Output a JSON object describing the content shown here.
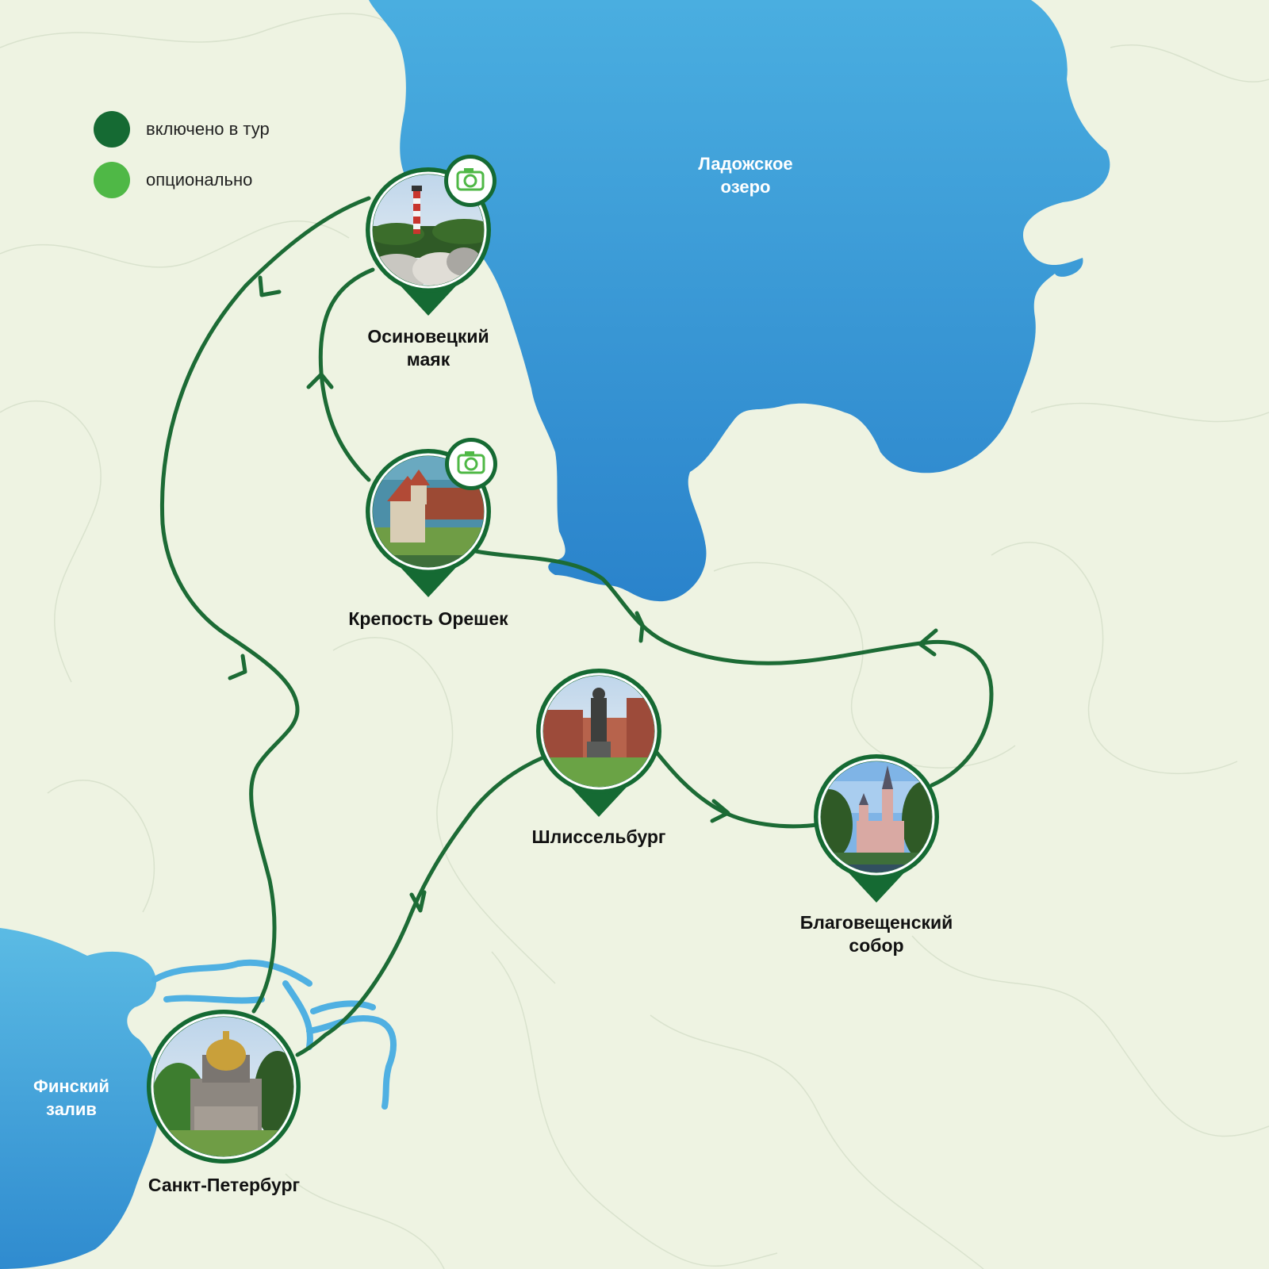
{
  "colors": {
    "background": "#eef3e2",
    "route": "#1c6b35",
    "included": "#156a33",
    "optional": "#4fb846",
    "water_light": "#55b3e3",
    "water_dark": "#2a86cc"
  },
  "legend": {
    "items": [
      {
        "label": "включено в тур",
        "color": "#156a33"
      },
      {
        "label": "опционально",
        "color": "#4fb846"
      }
    ]
  },
  "water": {
    "ladoga": "Ладожское\nозеро",
    "gulf": "Финский\nзалив"
  },
  "stops": [
    {
      "name": "Осиновецкий\nмаяк",
      "type": "included",
      "icon": "camera-icon",
      "photo": "lighthouse"
    },
    {
      "name": "Крепость Орешек",
      "type": "included",
      "icon": "camera-icon",
      "photo": "fortress"
    },
    {
      "name": "Шлиссельбург",
      "type": "included",
      "photo": "monument"
    },
    {
      "name": "Благовещенский\nсобор",
      "type": "included",
      "photo": "cathedral"
    },
    {
      "name": "Санкт-Петербург",
      "type": "included",
      "photo": "st-isaac-cathedral"
    }
  ]
}
